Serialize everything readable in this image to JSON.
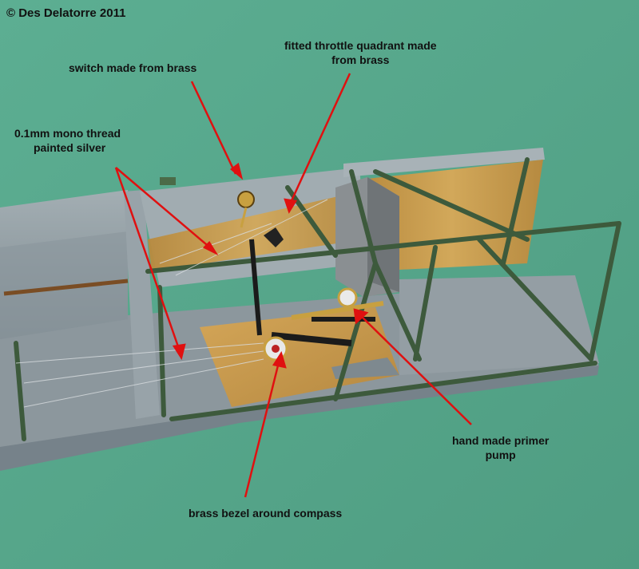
{
  "copyright": "© Des Delatorre 2011",
  "annotations": {
    "switch": "switch made from brass",
    "throttle_line1": "fitted throttle quadrant made",
    "throttle_line2": "from brass",
    "thread_line1": "0.1mm mono thread",
    "thread_line2": "painted silver",
    "primer_line1": "hand made primer",
    "primer_line2": "pump",
    "bezel": "brass bezel around compass"
  },
  "colors": {
    "background": "#5aa98d",
    "fuselage_grey": "#9ba6ac",
    "frame_green": "#3d5a3c",
    "wood_floor": "#c59a4c",
    "arrow_red": "#e01010",
    "brass": "#c8a040"
  }
}
